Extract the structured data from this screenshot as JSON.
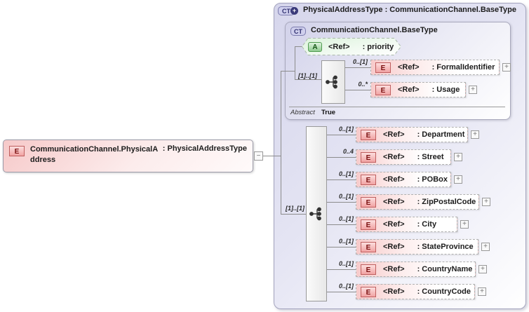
{
  "icons": {
    "element": "E",
    "attribute": "A",
    "complex_type": "CT",
    "derived_plus": "+",
    "expand": "+",
    "collapse": "−"
  },
  "labels": {
    "ref": "<Ref>"
  },
  "root_element": {
    "name": "CommunicationChannel.PhysicalAddress",
    "type": ": PhysicalAddressType"
  },
  "complex_type": {
    "title": "PhysicalAddressType : CommunicationChannel.BaseType",
    "base_type": {
      "title": "CommunicationChannel.BaseType",
      "attribute": {
        "name": ": priority"
      },
      "sequence_cardinality": "[1]..[1]",
      "children": [
        {
          "cardinality": "0..[1]",
          "name": ": FormalIdentifier"
        },
        {
          "cardinality": "0..*",
          "name": ": Usage"
        }
      ],
      "abstract_label": "Abstract",
      "abstract_value": "True"
    },
    "sequence_cardinality": "[1]..[1]",
    "children": [
      {
        "cardinality": "0..[1]",
        "name": ": Department"
      },
      {
        "cardinality": "0..4",
        "name": ": Street"
      },
      {
        "cardinality": "0..[1]",
        "name": ": POBox"
      },
      {
        "cardinality": "0..[1]",
        "name": ": ZipPostalCode"
      },
      {
        "cardinality": "0..[1]",
        "name": ": City"
      },
      {
        "cardinality": "0..[1]",
        "name": ": StateProvince"
      },
      {
        "cardinality": "0..[1]",
        "name": ": CountryName"
      },
      {
        "cardinality": "0..[1]",
        "name": ": CountryCode"
      }
    ]
  }
}
